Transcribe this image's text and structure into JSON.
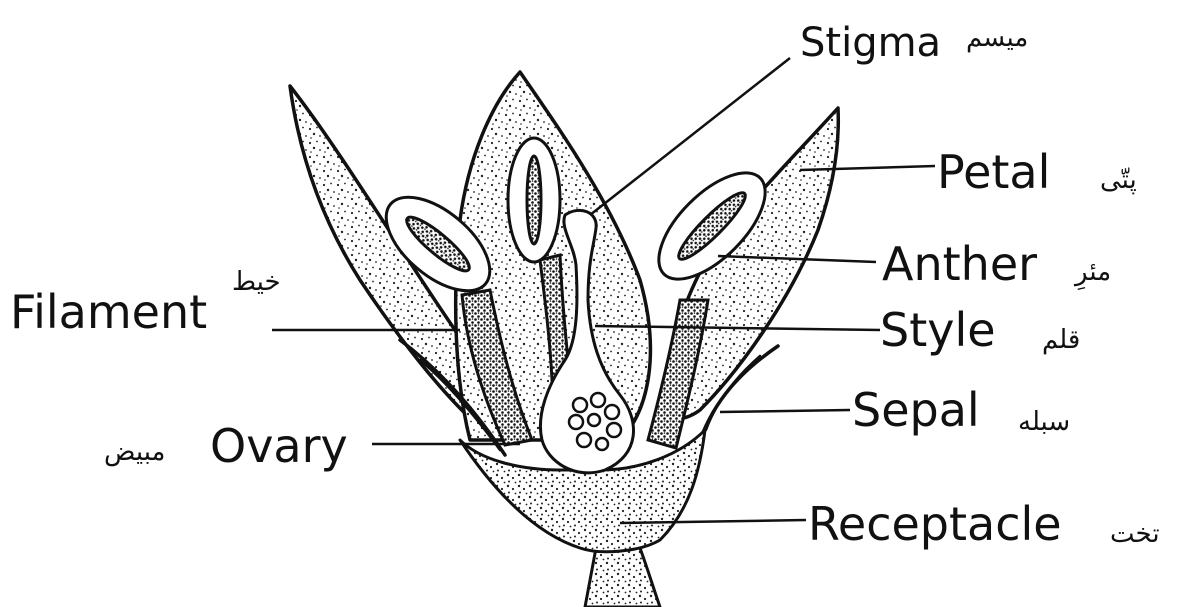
{
  "labels": {
    "stigma": "Stigma",
    "petal": "Petal",
    "anther": "Anther",
    "filament": "Filament",
    "style": "Style",
    "sepal": "Sepal",
    "ovary": "Ovary",
    "receptacle": "Receptacle"
  },
  "urdu_labels": {
    "stigma": "ميسم",
    "petal": "پتّی",
    "anther": "مئرِ",
    "filament": "خيط",
    "style": "قلم",
    "sepal": "سبله",
    "ovary": "مبيض",
    "receptacle": "تخت"
  },
  "colors": {
    "ink": "#111111",
    "paper": "#ffffff"
  }
}
